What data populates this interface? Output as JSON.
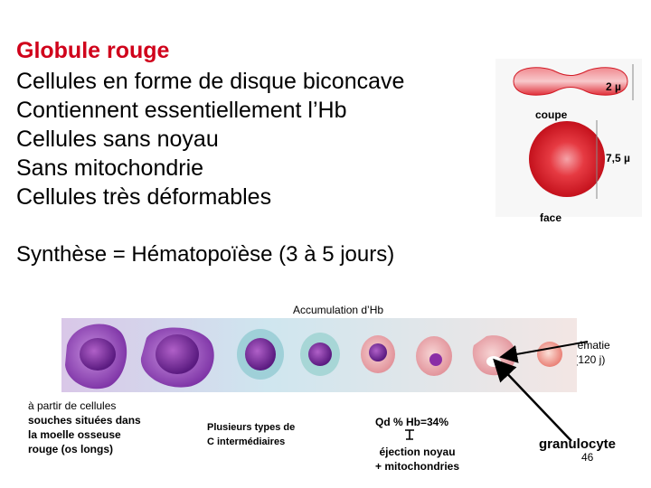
{
  "slide": {
    "title": "Globule rouge",
    "bullets": [
      "Cellules en forme de disque biconcave",
      "Contiennent essentiellement l’Hb",
      "Cellules sans noyau",
      "Sans mitochondrie",
      "Cellules très déformables"
    ],
    "synthesis": "Synthèse = Hématopoïèse (3 à 5 jours)",
    "rbc_diagram": {
      "thickness": "2 µ",
      "section_label": "coupe",
      "diameter": "7,5 µ",
      "face_label": "face"
    },
    "accumulation_label": "Accumulation d’Hb",
    "hematie_label_1": "Hématie",
    "hematie_label_2": "(120 j)",
    "stem_cells_text": [
      "à  partir de cellules",
      "souches situées dans",
      "la moelle osseuse",
      "rouge (os longs)"
    ],
    "intermediate_text": [
      "Plusieurs types de",
      "C intermédiaires"
    ],
    "hb_threshold": "Qd % Hb=34%",
    "ejection_text": [
      "éjection noyau",
      "+ mitochondries"
    ],
    "granulocyte_label": "granulocyte",
    "page_number": "46",
    "colors": {
      "title": "#d0021b",
      "rbc": "#e0202e",
      "cell_purple": "#8b3fb0",
      "strip_bg": "#bde3ee"
    }
  }
}
